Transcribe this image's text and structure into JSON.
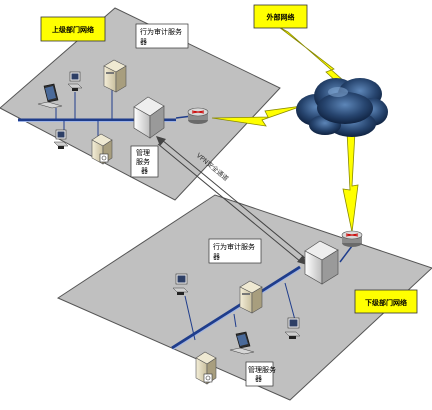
{
  "labels": {
    "upper_network": "上级部门网络",
    "external_network": "外部网络",
    "lower_network": "下级部门网络",
    "vpn_channel": "VPN安全通道",
    "upper_audit_server": [
      "行为审计服务",
      "器"
    ],
    "upper_mgmt_server": [
      "管理",
      "服务",
      "器"
    ],
    "lower_audit_server": [
      "行为审计服务",
      "器"
    ],
    "lower_mgmt_server": [
      "管理服务",
      "器"
    ]
  },
  "colors": {
    "label_fill": "#ffff00",
    "bolt": "#ffff00",
    "platform": "#c0c0c0",
    "cloud": "#1e3a5f",
    "backbone": "#1f3d8c"
  },
  "icons": [
    "laptop-icon",
    "desktop-icon",
    "server-icon",
    "firewall-icon",
    "router-icon",
    "cloud-icon",
    "lightning-icon"
  ]
}
